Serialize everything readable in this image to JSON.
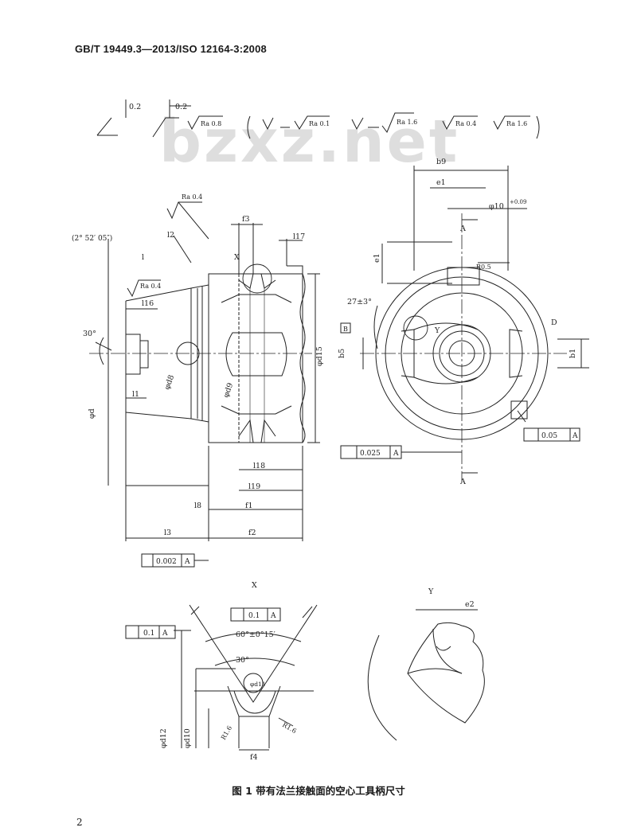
{
  "header": {
    "standard": "GB/T  19449.3—2013/ISO  12164-3:2008"
  },
  "watermark": "bzxz.net",
  "roughness_note": {
    "flat": "0.2",
    "straight": "0.2",
    "ra_main": "Ra 0.8",
    "ra_1": "Ra 0.1",
    "ra_2": "Ra 1.6",
    "ra_3": "Ra 0.4",
    "ra_4": "Ra 1.6"
  },
  "main_view": {
    "ra_top": "Ra 0.4",
    "ra_side": "Ra 0.4",
    "angle_note": "(2° 52′ 05″)",
    "angle_30": "30°",
    "l2_box": "l2",
    "l_box": "l",
    "f3": "f3",
    "l17": "l17",
    "l16": "l16",
    "l1": "l1",
    "X": "X",
    "d_label": "φd",
    "d8": "φd8",
    "d9": "φd9",
    "flange_dia": "φd15",
    "l18": "l18",
    "l19": "l19",
    "l8": "l8",
    "f1": "f1",
    "l3": "l3",
    "f2": "f2",
    "runout_value": "0.002",
    "runout_ref": "A"
  },
  "side_view": {
    "b9": "b9",
    "e1": "e1",
    "dia_10": "φ10",
    "tol_10": "+0.09",
    "A_top": "A",
    "A_bottom": "A",
    "R_label": "R0.5",
    "angle_27": "27±3°",
    "Y": "Y",
    "B": "B",
    "bs": "b5",
    "b1": "b1",
    "D": "D",
    "e1_left": "e1",
    "sym_left": "0.025",
    "sym_left_ref": "A",
    "sym_right": "0.05",
    "sym_right_ref": "A"
  },
  "detail_x": {
    "title": "X",
    "pos_value": "0.1",
    "pos_ref": "A",
    "pos2_value": "0.1",
    "pos2_ref": "A",
    "angle_60": "60°±0°15′",
    "angle_30": "30°",
    "d11": "φd11",
    "d12": "φd12",
    "d10": "φd10",
    "R1": "R1.6",
    "R2": "R1.6",
    "f4": "f4"
  },
  "detail_y": {
    "title": "Y",
    "e2": "e2"
  },
  "caption": "图 1   带有法兰接触面的空心工具柄尺寸",
  "page_number": "2"
}
